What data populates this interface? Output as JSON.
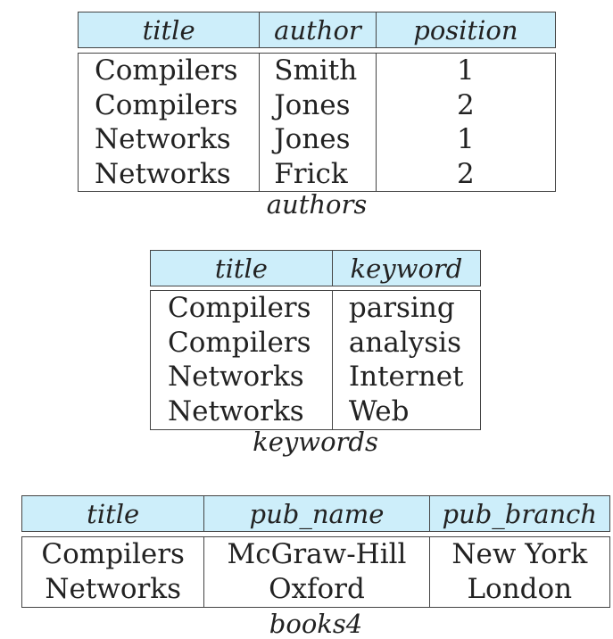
{
  "authors": {
    "caption": "authors",
    "headers": [
      "title",
      "author",
      "position"
    ],
    "rows": [
      [
        "Compilers",
        "Smith",
        "1"
      ],
      [
        "Compilers",
        "Jones",
        "2"
      ],
      [
        "Networks",
        "Jones",
        "1"
      ],
      [
        "Networks",
        "Frick",
        "2"
      ]
    ]
  },
  "keywords": {
    "caption": "keywords",
    "headers": [
      "title",
      "keyword"
    ],
    "rows": [
      [
        "Compilers",
        "parsing"
      ],
      [
        "Compilers",
        "analysis"
      ],
      [
        "Networks",
        "Internet"
      ],
      [
        "Networks",
        "Web"
      ]
    ]
  },
  "books4": {
    "caption": "books4",
    "headers": [
      "title",
      "pub_name",
      "pub_branch"
    ],
    "rows": [
      [
        "Compilers",
        "McGraw-Hill",
        "New York"
      ],
      [
        "Networks",
        "Oxford",
        "London"
      ]
    ]
  },
  "colors": {
    "header_background": "#cdeefa",
    "border": "#444444",
    "text": "#222222"
  }
}
